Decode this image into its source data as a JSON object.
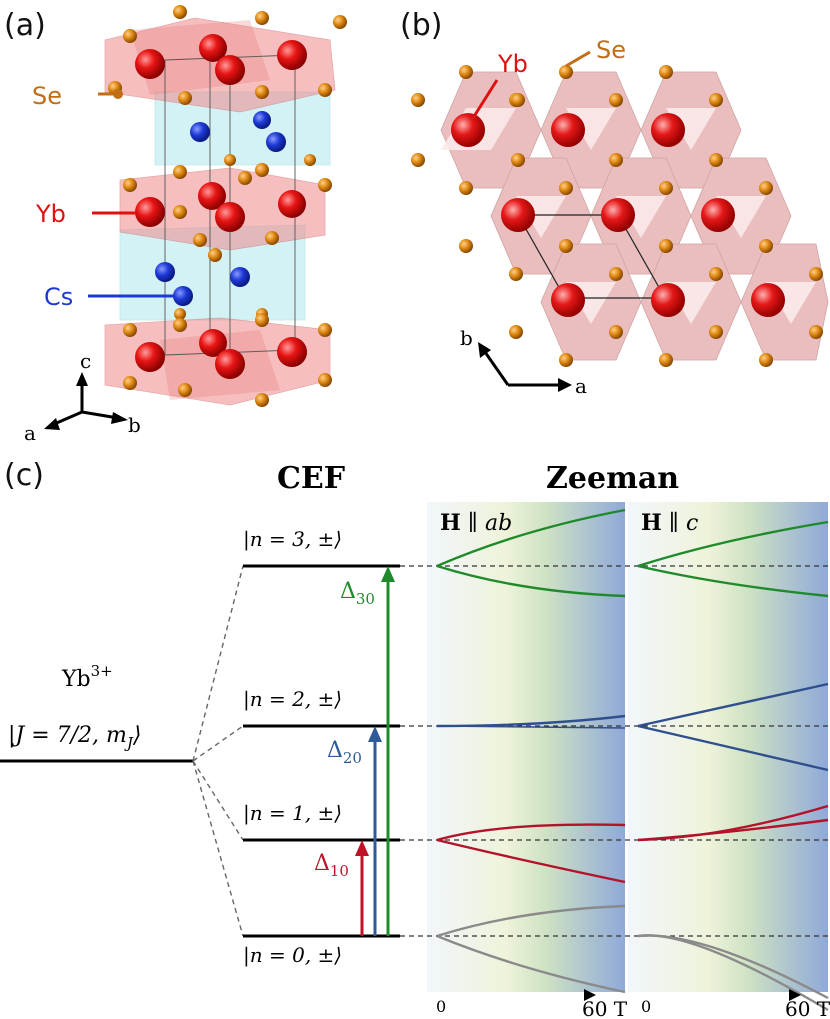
{
  "panels": {
    "a": {
      "label": "(a)",
      "atoms": [
        {
          "name": "Se",
          "color": "#c26e16"
        },
        {
          "name": "Yb",
          "color": "#e01010"
        },
        {
          "name": "Cs",
          "color": "#1c39d6"
        }
      ],
      "axes": {
        "c": "c",
        "a": "a",
        "b": "b"
      }
    },
    "b": {
      "label": "(b)",
      "atoms": [
        {
          "name": "Yb",
          "color": "#e01010"
        },
        {
          "name": "Se",
          "color": "#c26e16"
        }
      ],
      "axes": {
        "b": "b",
        "a": "a"
      }
    },
    "c": {
      "label": "(c)",
      "header_cef": "CEF",
      "header_zeeman": "Zeeman",
      "ion_name": "Yb",
      "ion_charge": "3+",
      "ion_state_left": "|J = 7/2, m",
      "ion_state_sub": "J",
      "ion_state_right": "⟩",
      "levels": [
        {
          "state": "|n = 3, ±⟩",
          "color": "#1f8a2a"
        },
        {
          "state": "|n = 2, ±⟩",
          "color": "#2f4f8f"
        },
        {
          "state": "|n = 1, ±⟩",
          "color": "#b3122a"
        },
        {
          "state": "|n = 0, ±⟩",
          "color": "#8a8a8a"
        }
      ],
      "transitions": [
        {
          "symbol": "Δ",
          "sub": "30",
          "color": "#1f8a2a"
        },
        {
          "symbol": "Δ",
          "sub": "20",
          "color": "#2f5a9a"
        },
        {
          "symbol": "Δ",
          "sub": "10",
          "color": "#c01226"
        }
      ],
      "field_panels": [
        {
          "prefix": "H",
          "sep": " ∥ ",
          "dir": "ab"
        },
        {
          "prefix": "H",
          "sep": " ∥ ",
          "dir": "c"
        }
      ],
      "field_axis": {
        "start": "0",
        "end": "60 T"
      }
    }
  }
}
